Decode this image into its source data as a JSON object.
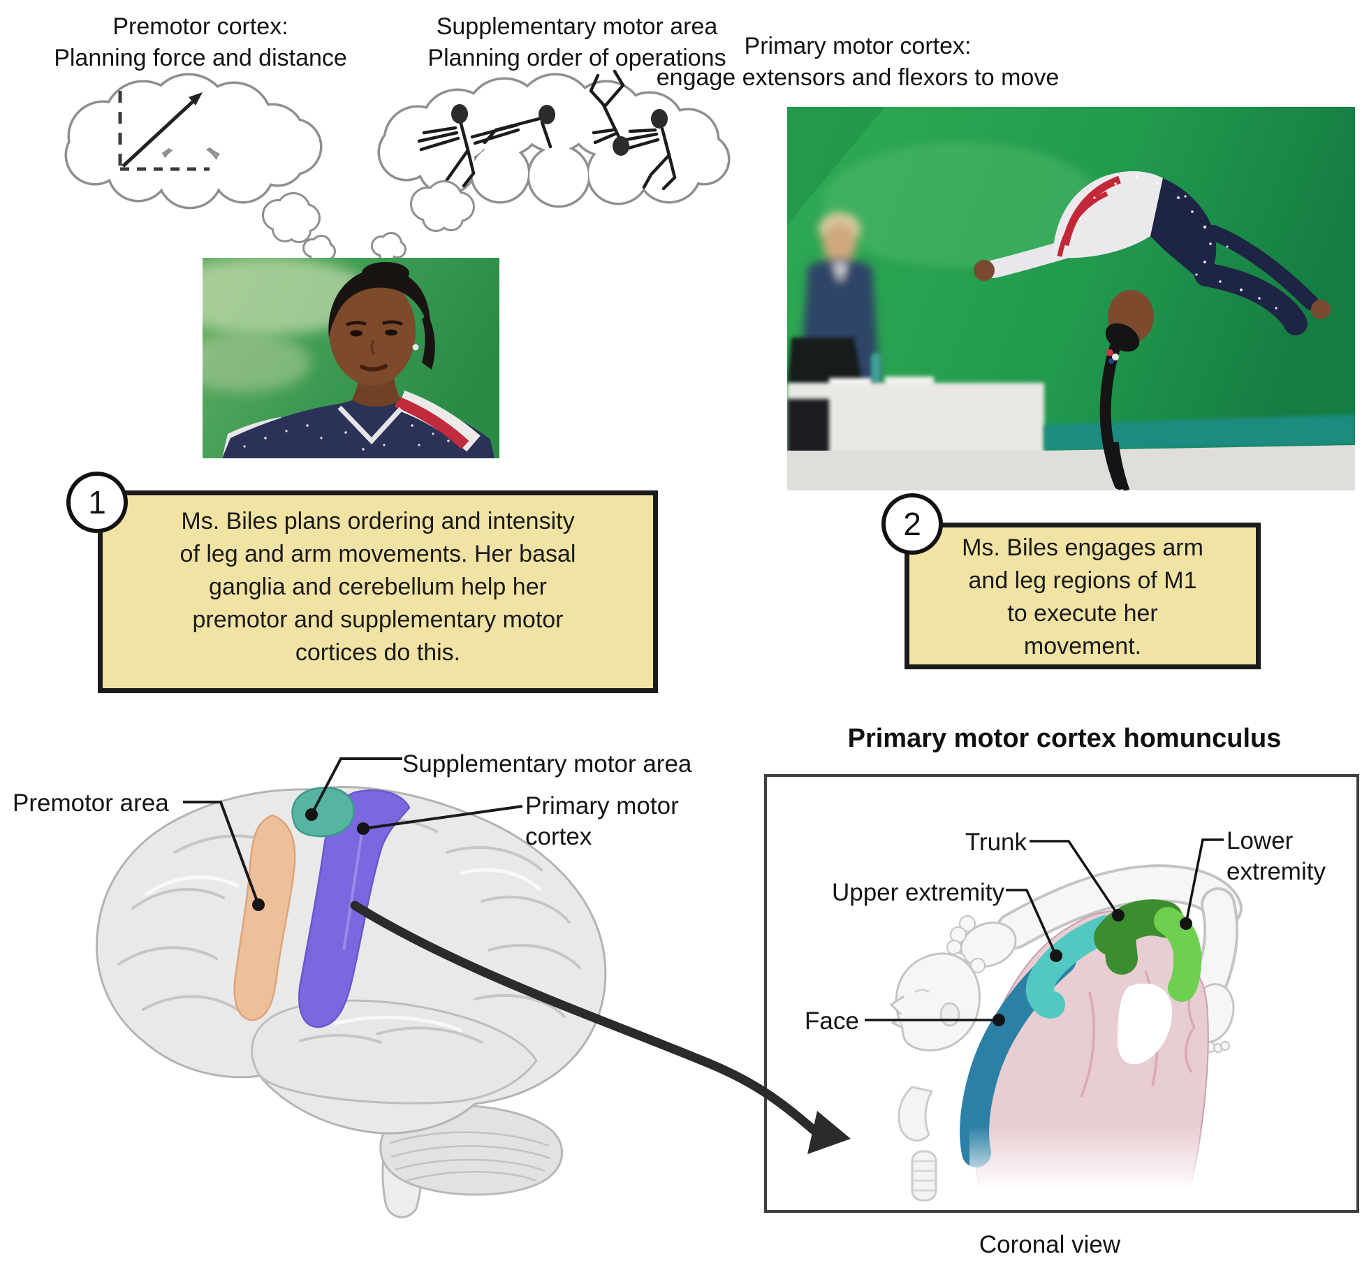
{
  "titles": {
    "premotor": {
      "line1": "Premotor cortex:",
      "line2": "Planning force and distance"
    },
    "sma": {
      "line1": "Supplementary motor area",
      "line2": "Planning order of operations"
    },
    "m1": {
      "line1": "Primary motor cortex:",
      "line2": "engage extensors and flexors to move"
    }
  },
  "steps": [
    {
      "num": "1",
      "lines": [
        "Ms. Biles plans ordering and intensity",
        "of leg and arm movements. Her basal",
        "ganglia and cerebellum help her",
        "premotor and supplementary motor",
        "cortices do this."
      ]
    },
    {
      "num": "2",
      "lines": [
        "Ms. Biles engages arm",
        "and leg regions of M1",
        "to execute her",
        "movement."
      ]
    }
  ],
  "brain_labels": {
    "premotor": "Premotor area",
    "sma": "Supplementary motor area",
    "m1_line1": "Primary motor",
    "m1_line2": "cortex"
  },
  "homunculus": {
    "title": "Primary motor cortex homunculus",
    "trunk": "Trunk",
    "lower_line1": "Lower",
    "lower_line2": "extremity",
    "upper": "Upper extremity",
    "face": "Face",
    "caption": "Coronal view"
  },
  "colors": {
    "note_fill": "#f1e3a4",
    "note_border": "#1b1b1b",
    "premotor_band": "#eec09a",
    "sma_band": "#58b4a2",
    "m1_band": "#7b68e0",
    "homunculus_face": "#2c80a6",
    "homunculus_upper": "#52c8c2",
    "homunculus_trunk": "#3c8d2f",
    "homunculus_lower": "#6ecf51",
    "homunculus_body": "#e8cdd2"
  }
}
